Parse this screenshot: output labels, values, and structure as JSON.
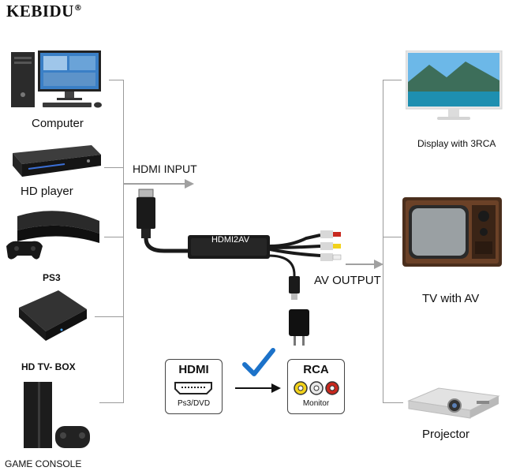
{
  "brand": {
    "name": "KEBIDU",
    "mark": "®"
  },
  "inputs": [
    {
      "label": "Computer"
    },
    {
      "label": "HD player"
    },
    {
      "label": "PS3"
    },
    {
      "label": "HD TV- BOX"
    },
    {
      "label": "GAME CONSOLE"
    }
  ],
  "outputs": [
    {
      "label": "Display with 3RCA"
    },
    {
      "label": "TV with AV"
    },
    {
      "label": "Projector"
    }
  ],
  "flow": {
    "hdmi_input_label": "HDMI INPUT",
    "av_output_label": "AV OUTPUT",
    "converter_label": "HDMI2AV"
  },
  "legend": {
    "hdmi_title": "HDMI",
    "hdmi_sub": "Ps3/DVD",
    "rca_title": "RCA",
    "rca_sub": "Monitor"
  },
  "colors": {
    "line": "#9a9a9a",
    "arrow": "#a0a0a0",
    "check": "#1c72c9",
    "rca_yellow": "#f2d21b",
    "rca_white": "#e8e8e8",
    "rca_red": "#c8281e"
  }
}
